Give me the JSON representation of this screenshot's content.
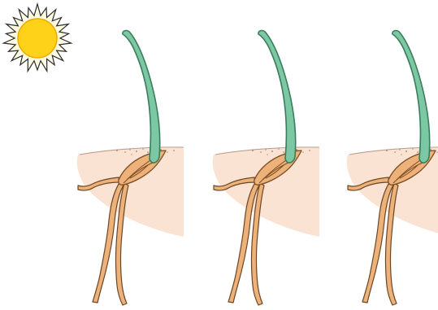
{
  "figure": {
    "background": "#ffffff",
    "colors": {
      "sun_core": "#ffd21a",
      "sun_core_edge": "#f0a800",
      "sun_rays_fill": "#fffbe0",
      "sun_rays_stroke": "#2a2a2a",
      "shoot_fill": "#7cc8a4",
      "shoot_stroke": "#3a7d5c",
      "seed_fill": "#edb27a",
      "seed_stroke": "#7a4a22",
      "soil_fill": "#fbe3d3",
      "soil_edge": "#9a7a70",
      "root_fill": "#edb27a",
      "root_stroke": "#6b4524"
    },
    "sun": {
      "icon": "sun-icon",
      "ray_count": 22
    },
    "seedlings": [
      {
        "id": "seedling-1",
        "icon": "germinating-seed-icon"
      },
      {
        "id": "seedling-2",
        "icon": "germinating-seed-icon"
      },
      {
        "id": "seedling-3",
        "icon": "germinating-seed-icon"
      }
    ]
  }
}
